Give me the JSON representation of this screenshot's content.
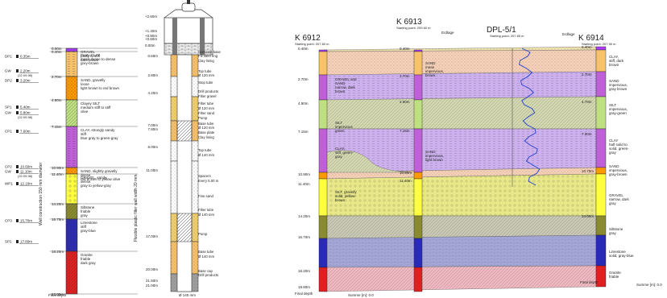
{
  "colors": {
    "gravel": "#b03cff",
    "clay_peaty": "#f7c26a",
    "sand": "#ff9900",
    "silt": "#bfe080",
    "clay": "#c060d8",
    "sandy_gravel": "#ffff40",
    "siltstone": "#8a8a30",
    "limestone": "#2a2ab8",
    "granite": "#e02020",
    "xs_gravel": "#f4e6b0",
    "xs_sand": "#f8d2b8",
    "xs_clay": "#cdb0ee",
    "xs_silt": "#d4d8b0",
    "xs_gravel2": "#e8e888",
    "xs_siltstone": "#c8c8b4",
    "xs_limestone": "#a8aadc",
    "xs_granite": "#f0b8c0"
  },
  "log": {
    "side_label_1": "Well construction 150 mm diameter",
    "side_label_2": "Flexible plastic filter wall width 20 mm",
    "depths": [
      "0.00m",
      "0.40m",
      "2.70m",
      "4.90m",
      "7.15m",
      "10.90m",
      "11.40m",
      "14.20m",
      "16.75m",
      "18.20m",
      "22.00m"
    ],
    "bottom_label": "Final depth",
    "layers": [
      {
        "name": "GRAVEL",
        "desc": [
          "pasty to stiff",
          "dark brown"
        ]
      },
      {
        "name": "Peaty CLAY",
        "desc": [
          "mean dense to dense",
          "grey-brown"
        ]
      },
      {
        "name": "SAND, gravelly",
        "desc": [
          "loose",
          "light brown to red brown"
        ]
      },
      {
        "name": "Clayey SILT",
        "desc": [
          "medium stiff to stiff",
          "olive"
        ]
      },
      {
        "name": "CLAY, strongly sandy",
        "desc": [
          "stiff",
          "blue gray to green-gray"
        ]
      },
      {
        "name": "SAND, slightly gravelly",
        "desc": [
          "dense",
          "red brown to yellow olive"
        ]
      },
      {
        "name": "GRAVEL, sandy",
        "desc": [
          "dense",
          "gray to yellow-gray"
        ]
      },
      {
        "name": "Siltstone",
        "desc": [
          "friable",
          "gray"
        ]
      },
      {
        "name": "Limestone",
        "desc": [
          "stiff",
          "gray-blue"
        ]
      },
      {
        "name": "Granite",
        "desc": [
          "friable",
          "dark gray"
        ]
      }
    ],
    "markers": [
      {
        "label": "DP1",
        "value": "0.35m"
      },
      {
        "label": "GW",
        "value": "2.20m",
        "date": "(22.09.98)"
      },
      {
        "label": "DP2",
        "value": "3.20m"
      },
      {
        "label": "SP1",
        "value": "5.40m"
      },
      {
        "label": "GW",
        "value": "5.80m",
        "date": "(22.09.98)"
      },
      {
        "label": "CP1",
        "value": "7.60m"
      },
      {
        "label": "CP2",
        "value": "10.60m"
      },
      {
        "label": "GW",
        "value": "11.10m",
        "date": "(22.09.98)"
      },
      {
        "label": "WP1",
        "value": "12.10m"
      },
      {
        "label": "CP3",
        "value": "15.70m"
      },
      {
        "label": "SP2",
        "value": "17.80m"
      }
    ]
  },
  "well": {
    "top_elevations": [
      "+2.60m",
      "+1.40m",
      "+0.80m",
      "+0.60m",
      "0.00m"
    ],
    "depths": [
      "0.60m",
      "2.80m",
      "4.20m",
      "7.00m",
      "7.80m",
      "8.00m",
      "11.00m",
      "17.00m",
      "20.00m",
      "21.50m",
      "21.00m"
    ],
    "annotations": [
      "Concrete base",
      "Fill steel ring",
      "Clay lining",
      "Top tube",
      "Ø 120 mm",
      "Stop tube",
      "Drill products",
      "Filter gravel",
      "Filter tube",
      "Ø 120 mm",
      "Filter sand",
      "Pump",
      "Base tube",
      "Ø 120 mm",
      "Base plate",
      "Clay lining",
      "Top tube",
      "Ø 140 mm",
      "Spacers",
      "Every 5.00 m",
      "Fine sand",
      "Filter tube",
      "Ø 140 mm",
      "Pump",
      "Base tube",
      "Ø 140 mm",
      "Base cap",
      "Drill products"
    ],
    "bottom_label": "Ø 140 mm"
  },
  "section": {
    "boreholes": [
      {
        "name": "K 6912",
        "start": "Starting point: 207.60 m"
      },
      {
        "name": "K 6913",
        "start": "Starting point: 209.60 m"
      },
      {
        "name": "DPL-5/1",
        "start": "Starting point: 207.65 m"
      },
      {
        "name": "K 6914",
        "start": "Starting point: 207.90 m"
      }
    ],
    "extra_labels": [
      "Erdlage",
      "Erdlage"
    ],
    "left_depths": [
      "0.40m",
      "2.70m",
      "4.90m",
      "7.15m",
      "10.90m",
      "11.40m",
      "14.20m",
      "16.70m",
      "18.20m",
      "19.80m"
    ],
    "right_depths": [
      "0.40m",
      "2.70m",
      "4.70m",
      "7.00m",
      "10.70m",
      "14.00m"
    ],
    "mid_depths": [
      "0.40m",
      "2.70m",
      "4.90m",
      "7.15m",
      "10.90m",
      "11.40m"
    ],
    "layer_labels": [
      {
        "text": [
          "CLAY,",
          "stiff, dark",
          "brown"
        ]
      },
      {
        "text": [
          "SAND",
          "mean",
          "impervious,",
          "brown"
        ]
      },
      {
        "text": [
          "SAND",
          "impervious,",
          "gray brown"
        ]
      },
      {
        "text": [
          "SILT",
          "impervious,",
          "gray-green"
        ]
      },
      {
        "text": [
          "CLAY",
          "half solid to",
          "solid, green-",
          "gray"
        ]
      },
      {
        "text": [
          "SAND",
          "impervious,",
          "light brown"
        ]
      },
      {
        "text": [
          "SAND",
          "impervious,",
          "gray-brown"
        ]
      },
      {
        "text": [
          "GRAVEL",
          "narrow, dark",
          "gray"
        ]
      },
      {
        "text": [
          "Siltstone",
          "gray"
        ]
      },
      {
        "text": [
          "Limestone",
          "solid, gray-blue"
        ]
      },
      {
        "text": [
          "Granite",
          "friable"
        ]
      }
    ],
    "left_box_labels": [
      {
        "text": [
          "GRAVEL and",
          "SAND",
          "narrow, dark",
          "brown"
        ]
      },
      {
        "text": [
          "SILT",
          "impervious",
          "green"
        ]
      },
      {
        "text": [
          "CLAY,",
          "stiff, green-",
          "gray"
        ]
      },
      {
        "text": [
          "SILT, gravelly",
          "solid, yellow-",
          "brown"
        ]
      }
    ],
    "summe_left": "Summe [m]:  0.0",
    "summe_right": "Summe [m]:  0.0",
    "final_depth": "Final depth",
    "bottom_left": "Summe [m]:  0.0"
  }
}
